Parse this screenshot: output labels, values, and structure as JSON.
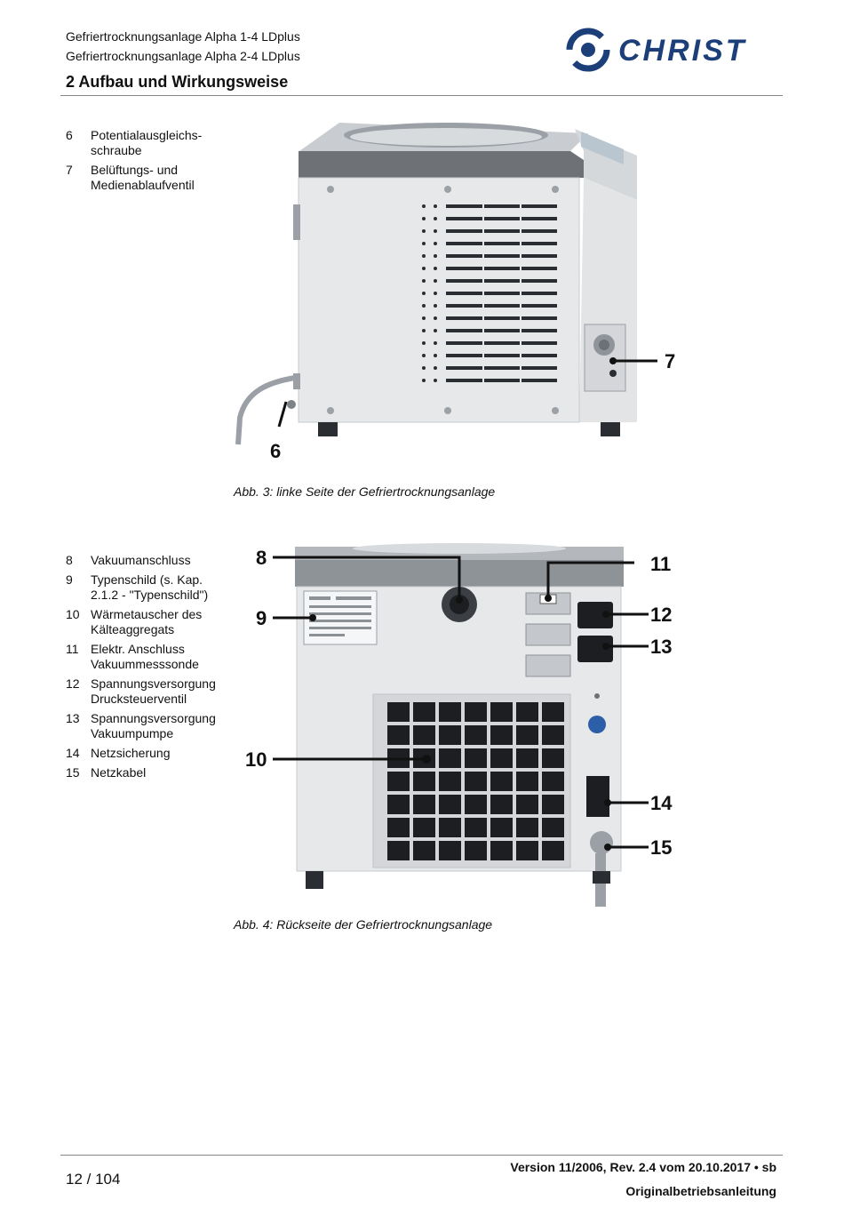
{
  "header": {
    "line1": "Gefriertrocknungsanlage Alpha 1-4 LDplus",
    "line2": "Gefriertrocknungsanlage Alpha 2-4 LDplus",
    "chapter": "2 Aufbau und Wirkungsweise",
    "logo_text": "CHRIST"
  },
  "section1": {
    "items": [
      {
        "num": "6",
        "text": "Potentialausgleichs-schraube"
      },
      {
        "num": "7",
        "text": "Belüftungs- und Medienablaufventil"
      }
    ],
    "callouts": {
      "c6": "6",
      "c7": "7"
    },
    "caption": "Abb. 3: linke Seite der Gefriertrocknungsanlage"
  },
  "section2": {
    "items": [
      {
        "num": "8",
        "text": "Vakuumanschluss"
      },
      {
        "num": "9",
        "text": "Typenschild (s. Kap. 2.1.2 - \"Typenschild\")"
      },
      {
        "num": "10",
        "text": "Wärmetauscher des Kälteaggregats"
      },
      {
        "num": "11",
        "text": "Elektr. Anschluss Vakuummesssonde"
      },
      {
        "num": "12",
        "text": "Spannungsversorgung Drucksteuerventil"
      },
      {
        "num": "13",
        "text": "Spannungsversorgung Vakuumpumpe"
      },
      {
        "num": "14",
        "text": "Netzsicherung"
      },
      {
        "num": "15",
        "text": "Netzkabel"
      }
    ],
    "callouts": {
      "c8": "8",
      "c9": "9",
      "c10": "10",
      "c11": "11",
      "c12": "12",
      "c13": "13",
      "c14": "14",
      "c15": "15"
    },
    "caption": "Abb. 4: Rückseite der Gefriertrocknungsanlage"
  },
  "footer": {
    "page": "12 / 104",
    "version": "Version 11/2006, Rev. 2.4 vom 20.10.2017 • sb",
    "doc_type": "Originalbetriebsanleitung"
  },
  "colors": {
    "logo_blue": "#1c3f7a",
    "device_grey": "#e6e8ea",
    "rule": "#888888"
  }
}
